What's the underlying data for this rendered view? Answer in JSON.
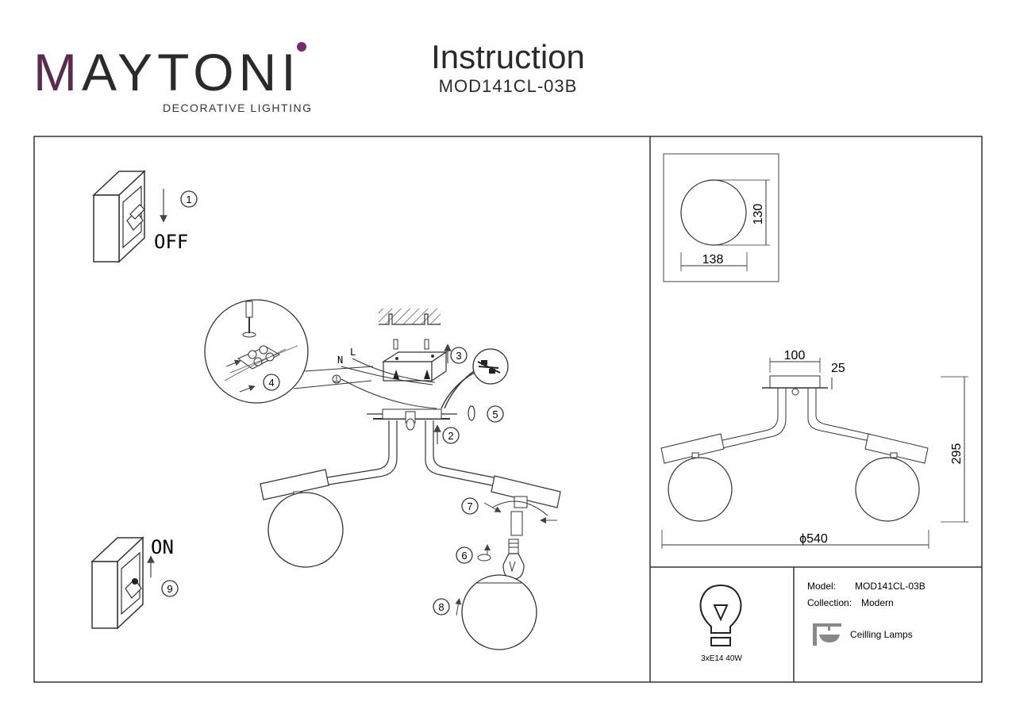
{
  "brand": {
    "name": "MAYTONI",
    "tagline": "DECORATIVE LIGHTING",
    "accent_color": "#5b2b4d"
  },
  "header": {
    "title": "Instruction",
    "model": "MOD141CL-03B"
  },
  "steps": {
    "s1": "1",
    "s2": "2",
    "s3": "3",
    "s4": "4",
    "s5": "5",
    "s6": "6",
    "s7": "7",
    "s8": "8",
    "s9": "9",
    "off_label": "OFF",
    "on_label": "ON",
    "neutral_label": "N",
    "live_label": "L"
  },
  "dimensions": {
    "shade_width": "138",
    "shade_height": "130",
    "base_width": "100",
    "base_height": "25",
    "total_height": "295",
    "total_diameter": "ϕ540"
  },
  "specs": {
    "lamp": "3xE14 40W",
    "model_label": "Model:",
    "model_value": "MOD141CL-03B",
    "collection_label": "Collection:",
    "collection_value": "Modern",
    "category": "Ceilling Lamps"
  },
  "icons": [
    "bulb-icon",
    "ceiling-lamp-icon",
    "ground-icon",
    "screwdriver-icon"
  ]
}
